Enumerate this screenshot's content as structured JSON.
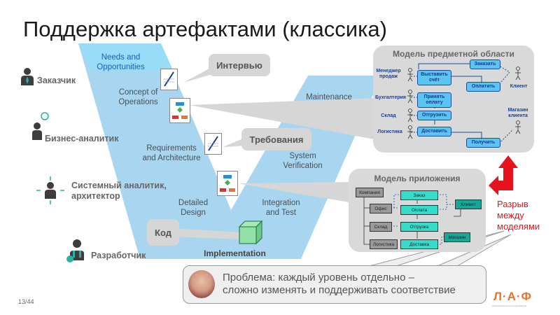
{
  "title": "Поддержка артефактами (классика)",
  "v_model": {
    "stages": {
      "needs": "Needs and Opportunities",
      "concept": "Concept of Operations",
      "requirements": "Requirements and Architecture",
      "detailed": "Detailed Design",
      "implementation": "Implementation",
      "integration": "Integration and Test",
      "verification": "System Verification",
      "maintenance": "Maintenance"
    }
  },
  "roles": [
    {
      "label": "Заказчик",
      "icon": "customer-icon"
    },
    {
      "label": "Бизнес-аналитик",
      "icon": "business-analyst-icon"
    },
    {
      "label": "Системный аналитик, архитектор",
      "line1": "Системный аналитик,",
      "line2": "архитектор",
      "icon": "system-analyst-icon"
    },
    {
      "label": "Разработчик",
      "icon": "developer-icon"
    }
  ],
  "callouts": {
    "interview": "Интервью",
    "requirements": "Требования",
    "code": "Код"
  },
  "domain_model": {
    "title": "Модель предметной области",
    "actors": {
      "manager": "Менеджер продаж",
      "accounting": "Бухгалтерия",
      "warehouse": "Склад",
      "logistics": "Логистика",
      "client": "Клиент",
      "client_store": "Магазин клиента"
    },
    "activities": {
      "order": "Заказать",
      "invoice": "Выставить счёт",
      "pay": "Оплатить",
      "accept": "Принять оплату",
      "ship": "Отгрузить",
      "deliver": "Доставить",
      "receive": "Получить"
    }
  },
  "app_model": {
    "title": "Модель приложения",
    "entities": {
      "company": "Компания",
      "office": "Офис",
      "warehouse": "Склад",
      "logistics": "Логистика",
      "order": "Заказ",
      "payment": "Оплата",
      "shipment": "Отгрузка",
      "delivery": "Доставка",
      "client": "Клиент",
      "store": "Магазин"
    }
  },
  "gap": {
    "line1": "Разрыв",
    "line2": "между",
    "line3": "моделями",
    "color": "#e8121c"
  },
  "problem": {
    "line1": "Проблема: каждый уровень отдельно –",
    "line2": "сложно изменять и поддерживать соответствие"
  },
  "page": "13/44",
  "logo": {
    "text": "Л·А·Ф",
    "subtitle": "Лаборатория Архитектуры Физтеха"
  },
  "colors": {
    "v_light": "#a8d6f0",
    "v_top": "#99dcf8",
    "panel": "#d9d9d9",
    "accent_red": "#e8121c"
  }
}
